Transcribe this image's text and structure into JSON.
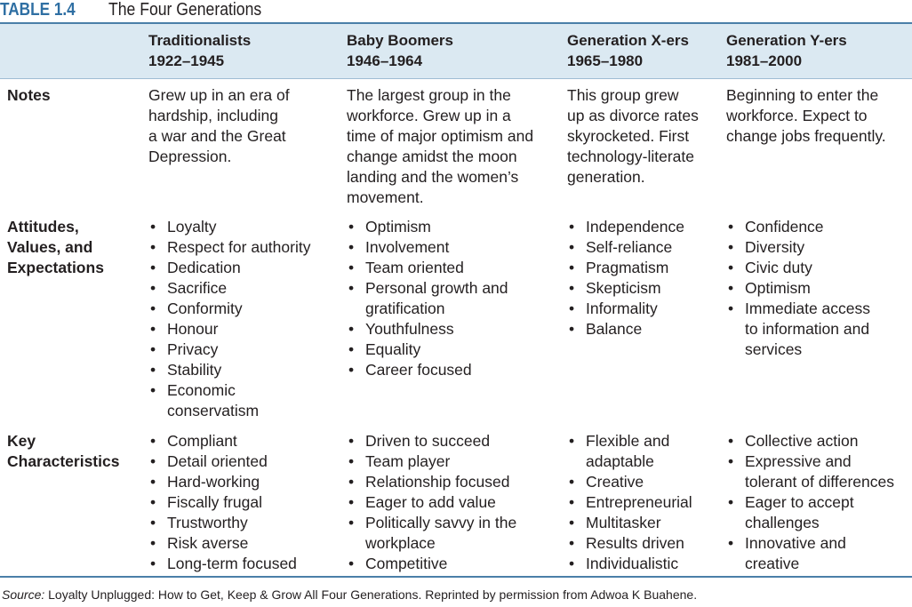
{
  "caption": {
    "label": "TABLE 1.4",
    "title": "The Four Generations"
  },
  "columns": [
    {
      "name": "Traditionalists",
      "years": "1922–1945"
    },
    {
      "name": "Baby Boomers",
      "years": "1946–1964"
    },
    {
      "name": "Generation X-ers",
      "years": "1965–1980"
    },
    {
      "name": "Generation Y-ers",
      "years": "1981–2000"
    }
  ],
  "rows": {
    "notes": {
      "label": "Notes",
      "cells": [
        "Grew up in an era of\nhardship, including\na war and the Great\nDepression.",
        "The largest group in the\nworkforce. Grew up in a\ntime of major optimism and\nchange amidst the moon\nlanding and the women’s\nmovement.",
        "This group grew\nup as divorce rates\nskyrocketed. First\ntechnology-literate\ngeneration.",
        "Beginning to enter the\nworkforce. Expect to\nchange jobs frequently."
      ]
    },
    "attitudes": {
      "label": "Attitudes,\nValues, and\nExpectations",
      "cells": [
        [
          "Loyalty",
          "Respect for authority",
          "Dedication",
          "Sacrifice",
          "Conformity",
          "Honour",
          "Privacy",
          "Stability",
          "Economic\nconservatism"
        ],
        [
          "Optimism",
          "Involvement",
          "Team oriented",
          "Personal growth and\ngratification",
          "Youthfulness",
          "Equality",
          "Career focused"
        ],
        [
          "Independence",
          "Self-reliance",
          "Pragmatism",
          "Skepticism",
          "Informality",
          "Balance"
        ],
        [
          "Confidence",
          "Diversity",
          "Civic duty",
          "Optimism",
          "Immediate access\nto information and\nservices"
        ]
      ]
    },
    "characteristics": {
      "label": "Key\nCharacteristics",
      "cells": [
        [
          "Compliant",
          "Detail oriented",
          "Hard-working",
          "Fiscally frugal",
          "Trustworthy",
          "Risk averse",
          "Long-term focused"
        ],
        [
          "Driven to succeed",
          "Team player",
          "Relationship focused",
          "Eager to add value",
          "Politically savvy in the\nworkplace",
          "Competitive"
        ],
        [
          "Flexible and\nadaptable",
          "Creative",
          "Entrepreneurial",
          "Multitasker",
          "Results driven",
          "Individualistic"
        ],
        [
          "Collective action",
          "Expressive and\ntolerant of differences",
          "Eager to accept\nchallenges",
          "Innovative and\ncreative"
        ]
      ]
    }
  },
  "source": {
    "label": "Source:",
    "text": "Loyalty Unplugged: How to Get, Keep & Grow All Four Generations. Reprinted by permission from  Adwoa K Buahene."
  },
  "colors": {
    "accent": "#2f6fa3",
    "header_band": "#dbe9f2",
    "rule": "#4a7fa8"
  }
}
